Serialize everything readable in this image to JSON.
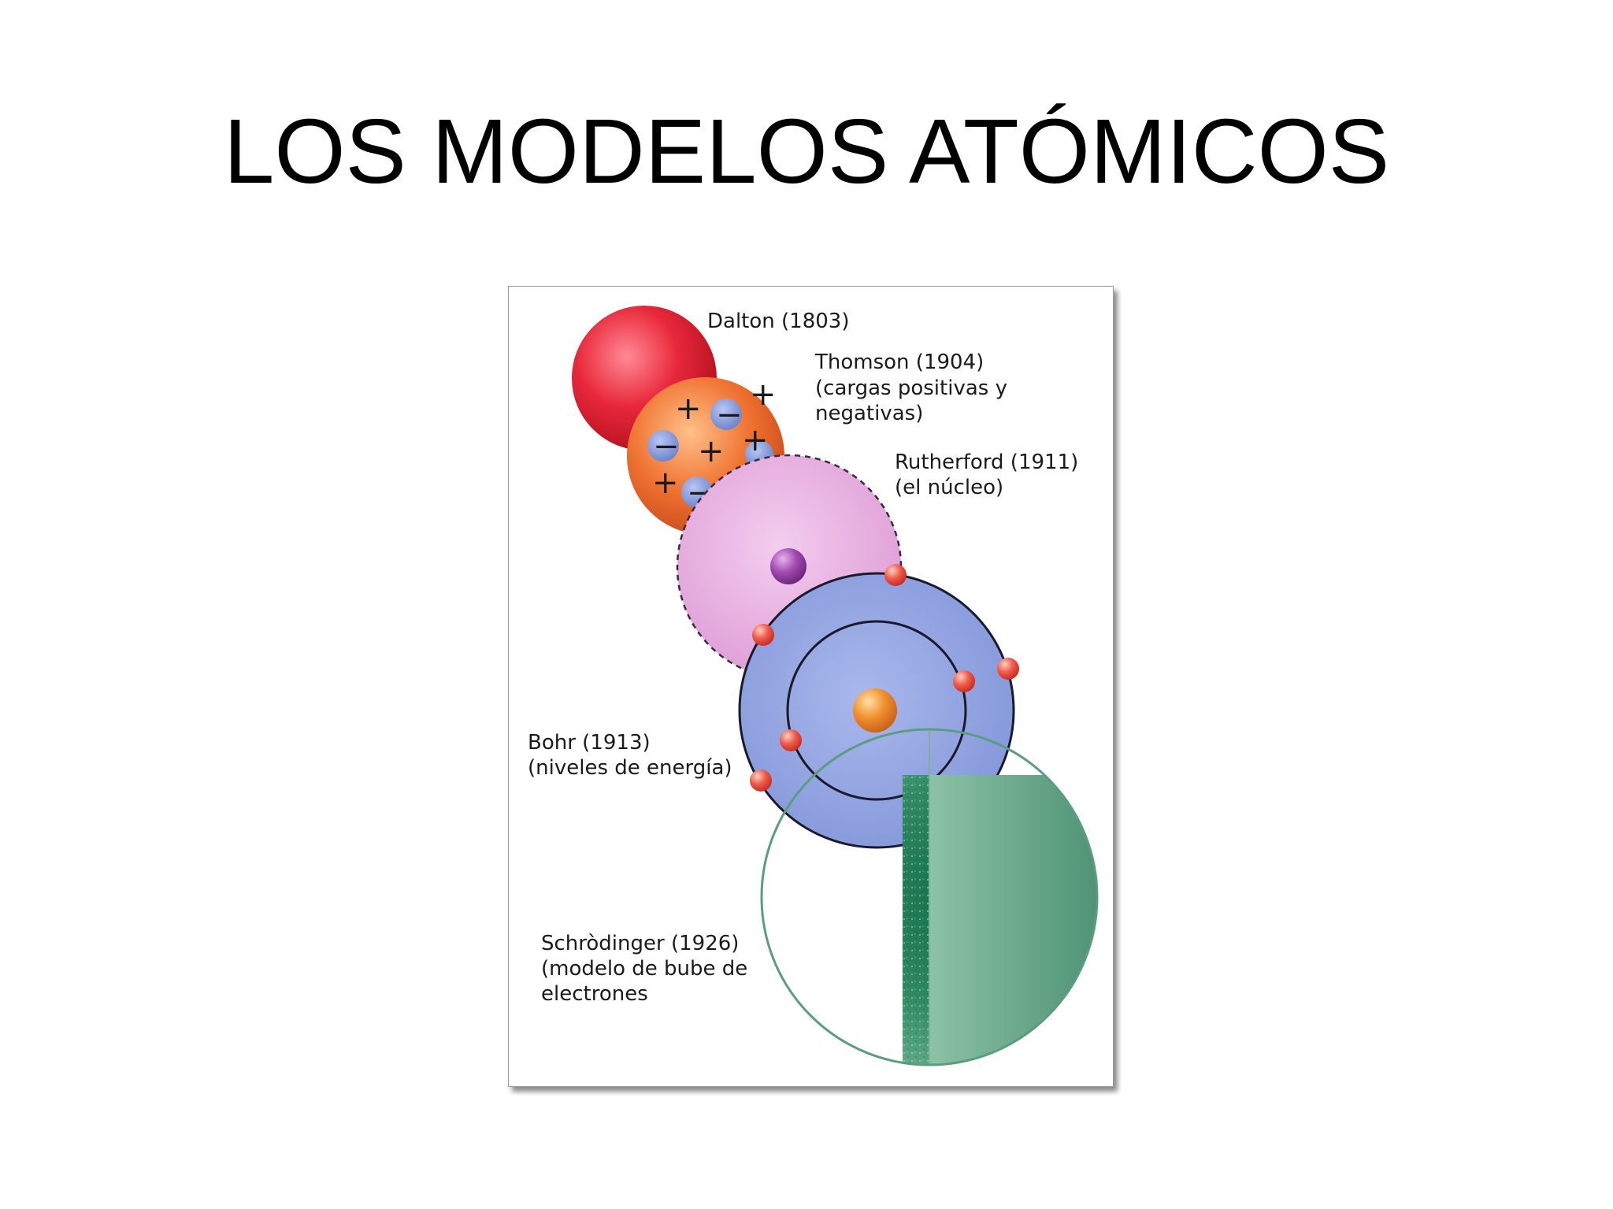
{
  "slide": {
    "title": "LOS MODELOS ATÓMICOS"
  },
  "models": [
    {
      "key": "dalton",
      "lines": [
        "Dalton (1803)"
      ]
    },
    {
      "key": "thomson",
      "lines": [
        "Thomson (1904)",
        "(cargas positivas y",
        "negativas)"
      ]
    },
    {
      "key": "rutherford",
      "lines": [
        "Rutherford (1911)",
        "(el núcleo)"
      ]
    },
    {
      "key": "bohr",
      "lines": [
        "Bohr (1913)",
        "(niveles de energía)"
      ]
    },
    {
      "key": "schrodinger",
      "lines": [
        "Schròdinger (1926)",
        "(modelo de bube de",
        "electrones"
      ]
    }
  ],
  "thomson_signs": {
    "plus": "+",
    "minus": "−"
  },
  "colors": {
    "dalton": "#e8283a",
    "thomson": "#ef7230",
    "rutherford": "#e3a6dc",
    "bohr": "#8c9fde",
    "schrodinger": "#3d8f6e",
    "electron": "#ef5a4a",
    "nucleus_rutherford": "#a04ab0",
    "nucleus_bohr": "#f0902e"
  }
}
